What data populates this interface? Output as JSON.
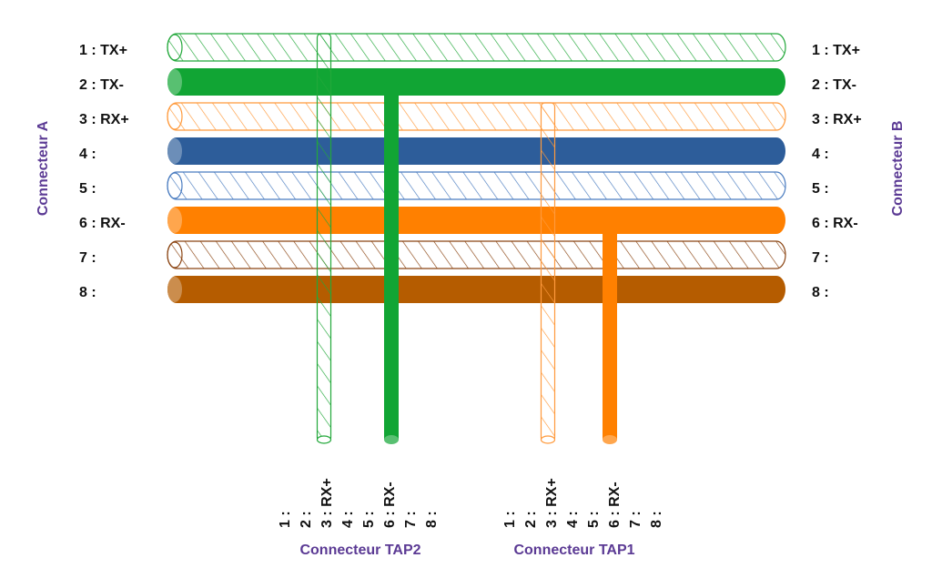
{
  "connectors": {
    "a": "Connecteur A",
    "b": "Connecteur B",
    "tap2": "Connecteur TAP2",
    "tap1": "Connecteur TAP1"
  },
  "pins_left": [
    "1 : TX+",
    "2 : TX-",
    "3 : RX+",
    "4 :",
    "5 :",
    "6 : RX-",
    "7 :",
    "8 :"
  ],
  "pins_right": [
    "1 : TX+",
    "2 : TX-",
    "3 : RX+",
    "4 :",
    "5 :",
    "6 : RX-",
    "7 :",
    "8 :"
  ],
  "tap2_pins": [
    "1 :",
    "2 :",
    "3 : RX+",
    "4 :",
    "5 :",
    "6 : RX-",
    "7 :",
    "8 :"
  ],
  "tap1_pins": [
    "1 :",
    "2 :",
    "3 : RX+",
    "4 :",
    "5 :",
    "6 : RX-",
    "7 :",
    "8 :"
  ],
  "wires": [
    {
      "pin": 1,
      "style": "striped",
      "color": "#22a83a"
    },
    {
      "pin": 2,
      "style": "solid",
      "color": "#11a534"
    },
    {
      "pin": 3,
      "style": "striped",
      "color": "#ff9a3c"
    },
    {
      "pin": 4,
      "style": "solid",
      "color": "#2d5d9a"
    },
    {
      "pin": 5,
      "style": "striped",
      "color": "#4a7cc0"
    },
    {
      "pin": 6,
      "style": "solid",
      "color": "#ff8000"
    },
    {
      "pin": 7,
      "style": "striped",
      "color": "#8b4513"
    },
    {
      "pin": 8,
      "style": "solid",
      "color": "#b55c00"
    }
  ],
  "taps": [
    {
      "connector": "TAP2",
      "pin": 3,
      "source_pin": 1,
      "style": "striped",
      "color": "#22a83a"
    },
    {
      "connector": "TAP2",
      "pin": 6,
      "source_pin": 2,
      "style": "solid",
      "color": "#11a534"
    },
    {
      "connector": "TAP1",
      "pin": 3,
      "source_pin": 3,
      "style": "striped",
      "color": "#ff9a3c"
    },
    {
      "connector": "TAP1",
      "pin": 6,
      "source_pin": 6,
      "style": "solid",
      "color": "#ff8000"
    }
  ]
}
